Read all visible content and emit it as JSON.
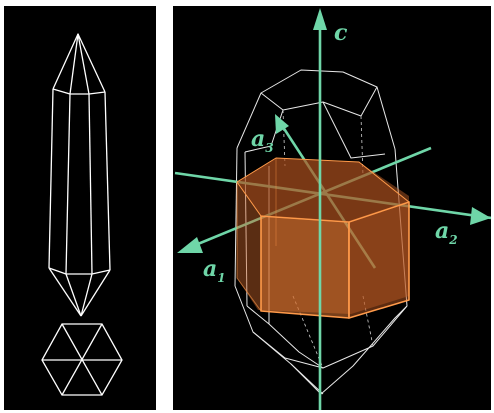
{
  "axes": {
    "c": {
      "name": "c"
    },
    "a1": {
      "name": "a",
      "subscript": "1"
    },
    "a2": {
      "name": "a",
      "subscript": "2"
    },
    "a3": {
      "name": "a",
      "subscript": "3"
    }
  },
  "colors": {
    "background": "#000000",
    "crystal_edges": "#ffffff",
    "axes": "#6fd6a8",
    "unit_cell_fill": "#c8642a",
    "unit_cell_edges": "#ff9a4a"
  }
}
